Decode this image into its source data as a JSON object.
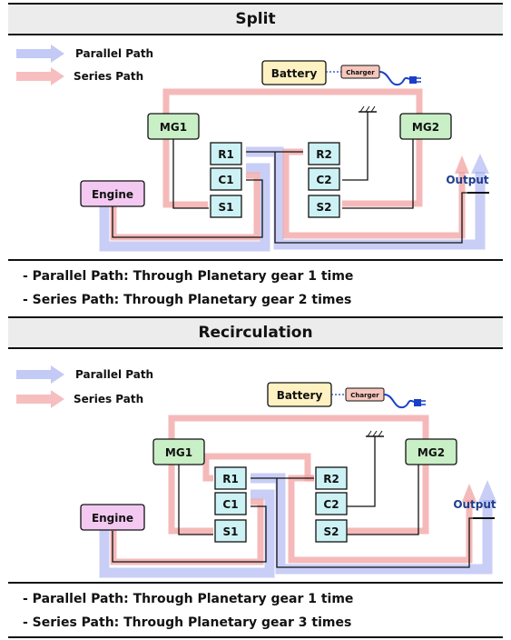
{
  "panels": [
    {
      "title": "Split",
      "legend": {
        "parallel": "Parallel Path",
        "series": "Series Path"
      },
      "labels": {
        "battery": "Battery",
        "charger": "Charger",
        "mg1": "MG1",
        "mg2": "MG2",
        "engine": "Engine",
        "output": "Output",
        "r1": "R1",
        "c1": "C1",
        "s1": "S1",
        "r2": "R2",
        "c2": "C2",
        "s2": "S2"
      },
      "notes": [
        "- Parallel Path: Through Planetary gear 1 time",
        "- Series Path: Through Planetary gear 2 times"
      ]
    },
    {
      "title": "Recirculation",
      "legend": {
        "parallel": "Parallel Path",
        "series": "Series Path"
      },
      "labels": {
        "battery": "Battery",
        "charger": "Charger",
        "mg1": "MG1",
        "mg2": "MG2",
        "engine": "Engine",
        "output": "Output",
        "r1": "R1",
        "c1": "C1",
        "s1": "S1",
        "r2": "R2",
        "c2": "C2",
        "s2": "S2"
      },
      "notes": [
        "- Parallel Path: Through Planetary gear 1 time",
        "- Series Path: Through Planetary gear 3 times"
      ]
    }
  ],
  "colors": {
    "parallel": "#9aa6ee",
    "series": "#f2a2a2",
    "battery": "#fff2c2",
    "mg": "#c9efc6",
    "engine": "#f3c9f2",
    "gear": "#cdf2f5",
    "charger": "#f6c7bd",
    "output_text": "#1f3d8c",
    "cord": "#1a3fc8"
  }
}
